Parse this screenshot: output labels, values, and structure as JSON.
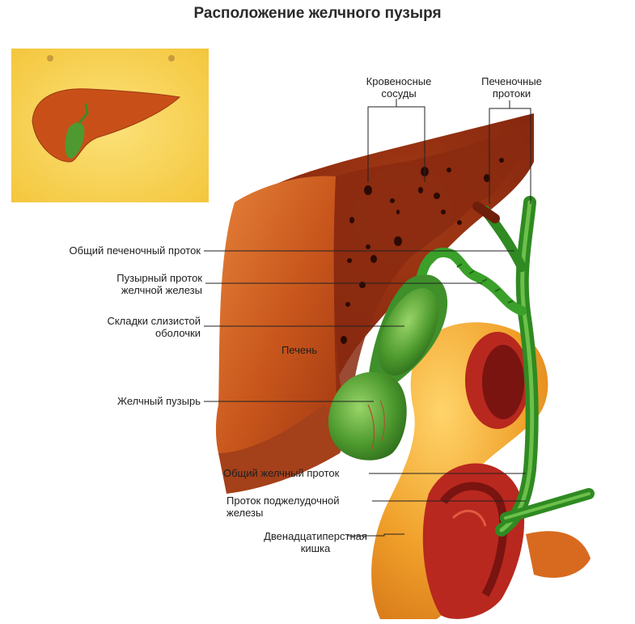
{
  "title": "Расположение желчного пузыря",
  "labels": {
    "blood_vessels": "Кровеносные\nсосуды",
    "hepatic_ducts": "Печеночные\nпротоки",
    "common_hepatic_duct": "Общий печеночный проток",
    "cystic_duct": "Пузырный проток\nжелчной железы",
    "mucosa_folds": "Складки слизистой\nоболочки",
    "liver": "Печень",
    "gallbladder": "Желчный пузырь",
    "common_bile_duct": "Общий желчный проток",
    "pancreatic_duct": "Проток поджелудочной\nжелезы",
    "duodenum": "Двенадцатиперстная\nкишка"
  },
  "colors": {
    "liver_dark": "#8a2a10",
    "liver_mid": "#c24a18",
    "liver_light": "#e0782e",
    "duct_green": "#3aa02a",
    "gallbladder_green": "#5aa83a",
    "duodenum_orange": "#f0a02a",
    "duodenum_red": "#b8281e",
    "torso_yellow": "#f8d458"
  }
}
